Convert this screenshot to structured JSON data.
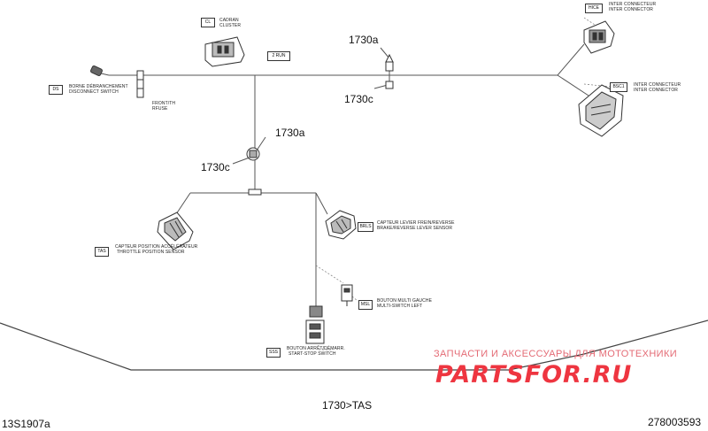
{
  "labels": {
    "top_1730a": "1730a",
    "top_1730c": "1730c",
    "mid_1730a": "1730a",
    "mid_1730c": "1730c",
    "bottom_route": "1730>TAS",
    "diagram_code": "13S1907a",
    "part_number": "278003593"
  },
  "connectors": {
    "cluster": {
      "code": "CL",
      "line1": "CADRAN",
      "line2": "CLUSTER"
    },
    "inter_top": {
      "code": "HICE",
      "line1": "INTER CONNECTEUR",
      "line2": "INTER CONNECTOR"
    },
    "inter_right": {
      "code": "BSC1",
      "line1": "INTER CONNECTEUR",
      "line2": "INTER CONNECTOR"
    },
    "disconnect": {
      "code": "DS",
      "line1": "BORNE DÉBRANCHEMENT",
      "line2": "DISCONNECT SWITCH"
    },
    "throttle": {
      "code": "TAS",
      "line1": "CAPTEUR POSITION ACCÉLÉRATEUR",
      "line2": "THROTTLE POSITION SENSOR"
    },
    "brake_lever": {
      "code": "BRLS",
      "line1": "CAPTEUR LEVIER FREIN/REVERSE",
      "line2": "BRAKE/REVERSE LEVER SENSOR"
    },
    "multi_switch": {
      "code": "MSL",
      "line1": "BOUTON MULTI GAUCHE",
      "line2": "MULTI-SWITCH LEFT"
    },
    "start_stop": {
      "code": "SSS",
      "line1": "BOUTON ARRÊT/DÉMARR.",
      "line2": "START-STOP SWITCH"
    }
  },
  "harness_tags": {
    "tag_top": "2 RUN",
    "tag_left": "FRONT/TH RFUSE"
  },
  "watermark": {
    "line1": "ЗАПЧАСТИ И АКСЕССУАРЫ ДЛЯ МОТОТЕХНИКИ",
    "line2": "PARTSFOR.RU"
  }
}
